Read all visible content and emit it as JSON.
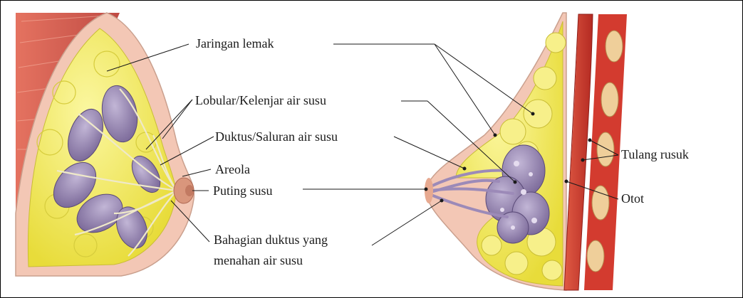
{
  "labels": {
    "fat_tissue": "Jaringan lemak",
    "lobules": "Lobular/Kelenjar air susu",
    "ducts": "Duktus/Saluran air susu",
    "areola": "Areola",
    "nipple": "Puting susu",
    "duct_reservoir_line1": "Bahagian duktus yang",
    "duct_reservoir_line2": "menahan air susu",
    "ribs": "Tulang rusuk",
    "muscle": "Otot"
  },
  "colors": {
    "skin": "#f3c7b5",
    "fat": "#f3ec62",
    "lobule": "#8d7ca8",
    "muscle": "#cf3a2e",
    "rib": "#efcf9a"
  }
}
